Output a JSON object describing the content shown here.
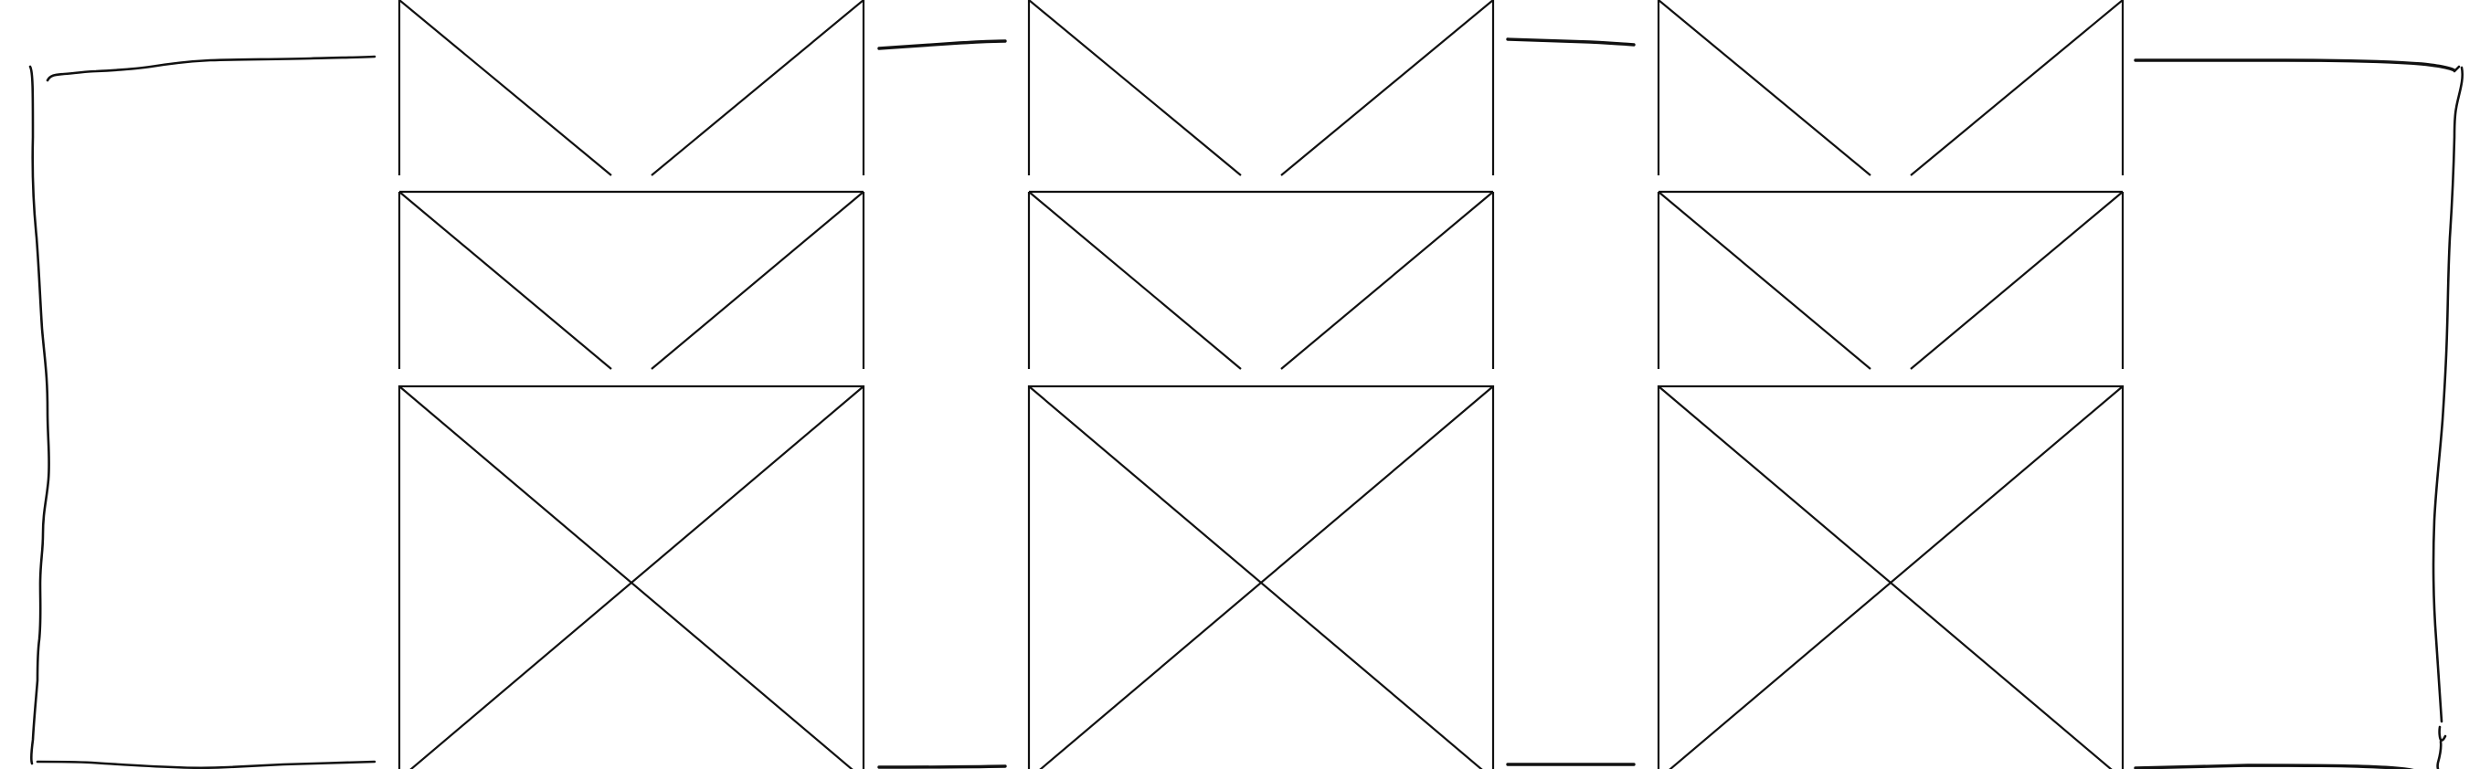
{
  "diagram": {
    "description_visible_text": "",
    "columns": [
      {
        "id": "column-1",
        "placeholder_frames": [
          "partial-top",
          "partial-middle",
          "full-bottom"
        ]
      },
      {
        "id": "column-2",
        "placeholder_frames": [
          "partial-top",
          "partial-middle",
          "full-bottom"
        ]
      },
      {
        "id": "column-3",
        "placeholder_frames": [
          "partial-top",
          "partial-middle",
          "full-bottom"
        ]
      }
    ],
    "connectors": [
      "left-bracket",
      "gap-1-top",
      "gap-1-bottom",
      "gap-2-top",
      "gap-2-bottom",
      "right-bracket"
    ]
  },
  "colors": {
    "background": "#ffffff",
    "stroke": "#111111"
  }
}
